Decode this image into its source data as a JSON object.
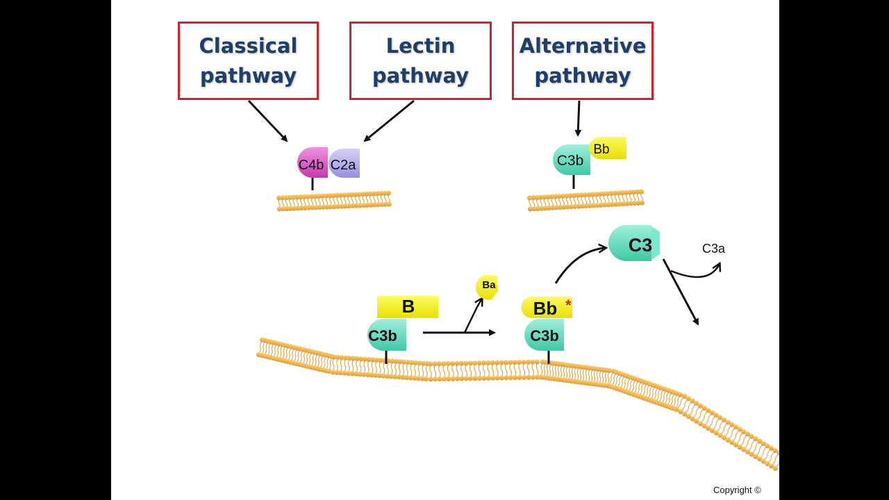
{
  "pathways": {
    "classical": "Classical pathway",
    "lectin": "Lectin pathway",
    "alternative": "Alternative pathway"
  },
  "proteins": {
    "c4b": "C4b",
    "c2a": "C2a",
    "c3b": "C3b",
    "bb": "Bb",
    "b": "B",
    "ba": "Ba",
    "bb_active": "Bb",
    "active_marker": "*",
    "c3": "C3",
    "c3a": "C3a"
  },
  "copyright": "Copyright ©",
  "colors": {
    "box_border": "#d4202a",
    "box_text": "#1f3f6b",
    "c4b": "#e060c8",
    "c2a": "#b6b0ec",
    "c3b": "#6ee0c4",
    "bb": "#f4f000",
    "membrane": "#f0b040",
    "active_marker": "#e02020"
  }
}
